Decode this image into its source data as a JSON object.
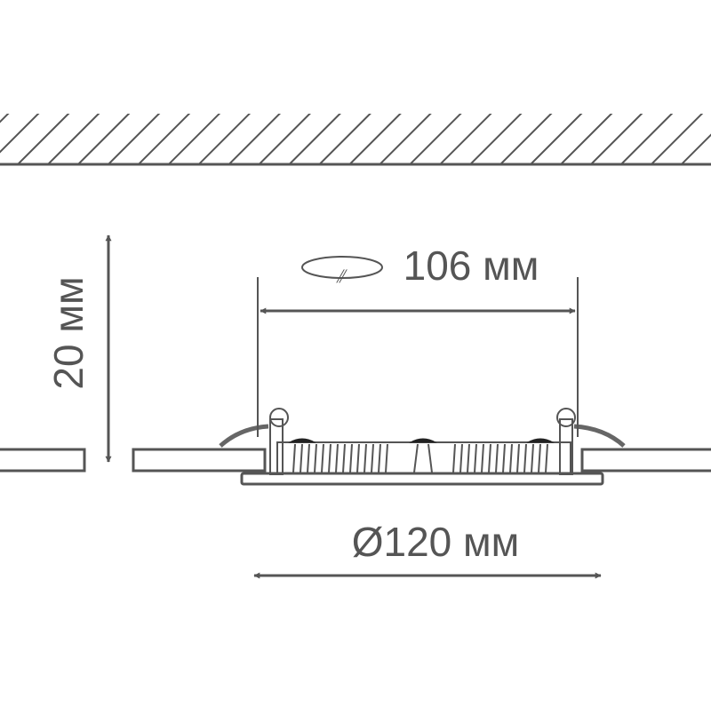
{
  "labels": {
    "cutout": "106 мм",
    "height": "20 мм",
    "diameter": "Ø120 мм"
  },
  "colors": {
    "line": "#555555",
    "fill": "#ffffff"
  }
}
